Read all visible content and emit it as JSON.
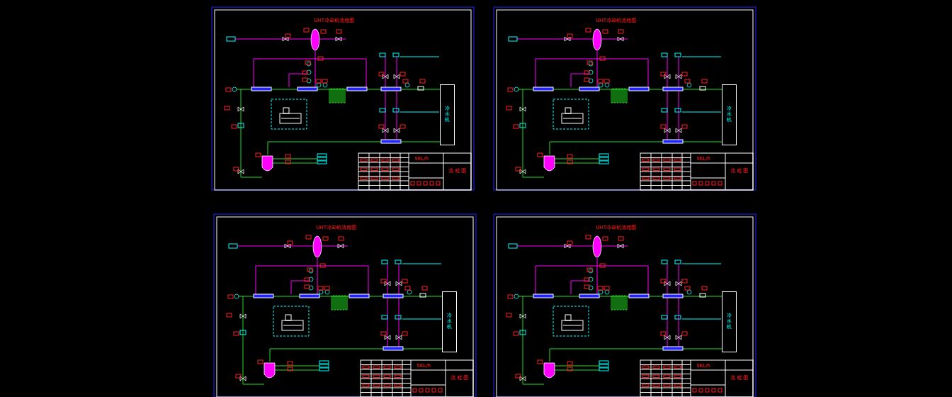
{
  "diagram": {
    "nodes": [
      {
        "text": [
          "冷水机"
        ]
      },
      {
        "text": [
          "冷水机"
        ]
      },
      {
        "text": [
          "冷水机"
        ]
      },
      {
        "text": [
          "冷水机"
        ]
      }
    ],
    "labels": [
      "UHT冷却机流程图",
      "5KL/h",
      "流程图",
      "UHT冷却机流程图",
      "5KL/h",
      "流程图",
      "UHT冷却机流程图",
      "5KL/h",
      "流程图",
      "UHT冷却机流程图",
      "5KL/h",
      "流程图"
    ]
  }
}
